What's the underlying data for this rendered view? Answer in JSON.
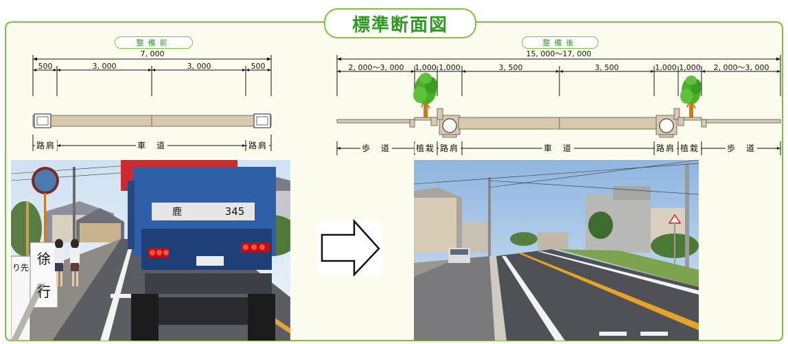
{
  "title": "標準断面図",
  "before": {
    "pill": "整備前",
    "total_width": "7, 000",
    "dims": [
      "500",
      "3, 000",
      "3, 000",
      "500"
    ],
    "zones": [
      "路肩",
      "車　道",
      "路肩"
    ],
    "photo": {
      "truck_plate": "345",
      "truck_plate_region": "鹿",
      "sign_chars": [
        "徐",
        "行"
      ],
      "left_sign_text": "り先"
    }
  },
  "after": {
    "pill": "整備後",
    "total_width": "15, 000〜17, 000",
    "dims": [
      "2, 000〜3, 000",
      "1,000",
      "1,000",
      "3, 500",
      "3, 500",
      "1,000",
      "1,000",
      "2, 000〜3, 000"
    ],
    "zones": [
      "歩　道",
      "植栽",
      "路肩",
      "車　道",
      "路肩",
      "植栽",
      "歩　道"
    ]
  },
  "arrow_icon": "right-arrow-icon",
  "colors": {
    "border": "#7cc23f",
    "title_text": "#2f9a22",
    "panel_bg": "#fcfcee",
    "road_section": "#d8c8ad",
    "tree_green": "#4caf2a",
    "tree_trunk": "#d07a1e"
  }
}
